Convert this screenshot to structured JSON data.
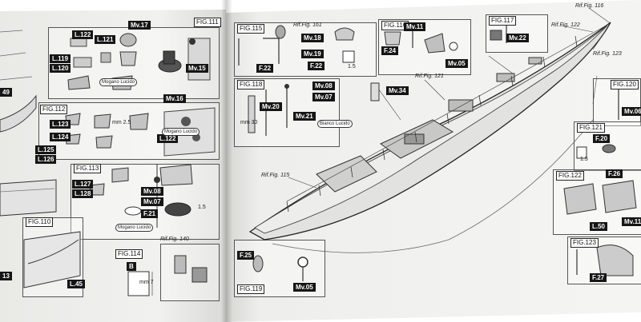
{
  "left_page": {
    "figures": {
      "top_right": "FIG.111",
      "mid_left": "FIG.112",
      "bottom_a": "FIG.113",
      "bottom_b": "FIG.110",
      "bottom_c": "FIG.114"
    },
    "parts": {
      "l122a": "L.122",
      "l121": "L.121",
      "mv17": "Mv.17",
      "l119": "L.119",
      "l120": "L.120",
      "mv15": "Mv.15",
      "l123": "L.123",
      "mv16": "Mv.16",
      "l124": "L.124",
      "l122b": "L.122",
      "l125": "L.125",
      "l126": "L.126",
      "l127": "L.127",
      "l128": "L.128",
      "mv08": "Mv.08",
      "mv07": "Mv.07",
      "f21": "F.21",
      "l45": "L.45",
      "b": "B",
      "edge49": "49",
      "edge13": "13"
    },
    "refs": {
      "ref140": "Rif.Fig. 140"
    },
    "tags": {
      "tag1": "Mogano Lucido",
      "tag2": "Mogano Lucido",
      "tag3": "Mogano Lucido"
    },
    "marks": {
      "m15": "1.5",
      "mm": "mm 2.5",
      "m17": "mm 7"
    }
  },
  "right_page": {
    "figures": {
      "f115": "FIG.115",
      "f116": "FIG.116",
      "f117": "FIG.117",
      "f118": "FIG.118",
      "f119": "FIG.119",
      "f120": "FIG.120",
      "f121": "FIG.121",
      "f122": "FIG.122",
      "f123": "FIG.123"
    },
    "refs": {
      "r161": "Rif.Fig. 161",
      "r116": "Rif.Fig. 116",
      "r122": "Rif.Fig. 122",
      "r123": "Rif.Fig. 123",
      "r121": "Rif.Fig. 121",
      "r115": "Rif.Fig. 115"
    },
    "parts": {
      "mv18": "Mv.18",
      "mv19": "Mv.19",
      "f22a": "F.22",
      "f22b": "F.22",
      "f24": "F.24",
      "mv11a": "Mv.11",
      "mv05a": "Mv.05",
      "mv22": "Mv.22",
      "mv08": "Mv.08",
      "mv07": "Mv.07",
      "mv20": "Mv.20",
      "mv21": "Mv.21",
      "mv34": "Mv.34",
      "mv06": "Mv.06",
      "f20": "F.20",
      "f26": "F.26",
      "l50": "L.50",
      "mv11b": "Mv.11",
      "f27": "F.27",
      "f25": "F.25",
      "mv05b": "Mv.05"
    },
    "tags": {
      "tag1": "Bianco Lucido"
    },
    "marks": {
      "m15a": "1.5",
      "m15b": "1.5",
      "mm30": "mm 30"
    }
  }
}
